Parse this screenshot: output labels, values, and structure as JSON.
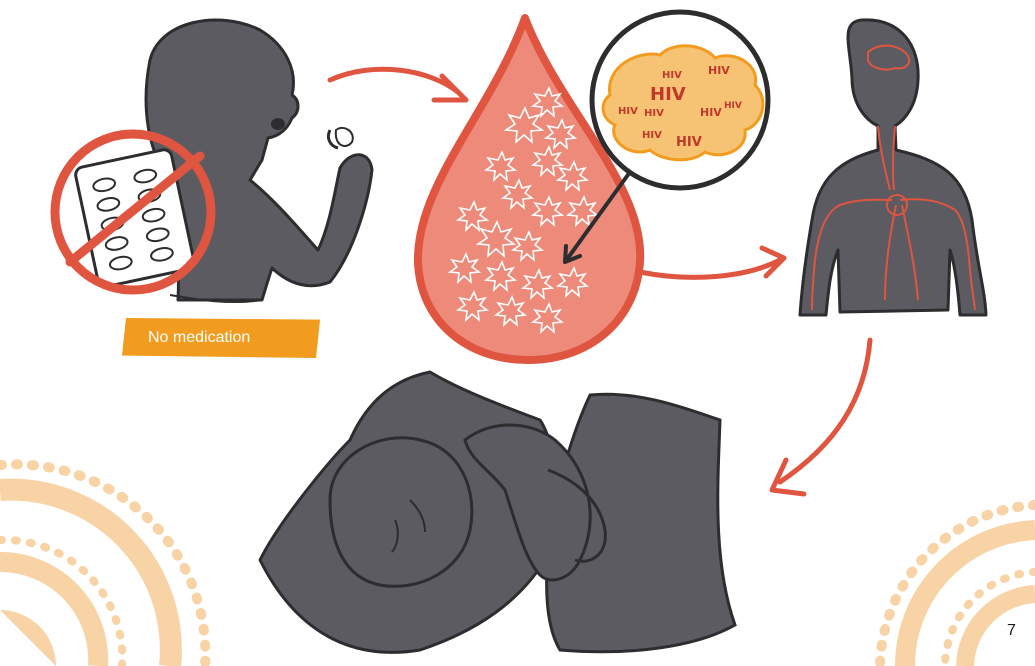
{
  "caption": {
    "label": "No medication"
  },
  "virus_label": "HIV",
  "page_number": "7",
  "colors": {
    "silhouette": "#5b5b61",
    "outline": "#2d2d30",
    "accent_red": "#e05540",
    "blood_fill": "#ed8a7a",
    "virus_orange": "#f6c273",
    "tag_orange": "#f29c1f",
    "decor_peach": "#f8d3a5"
  },
  "icons": {
    "pill-pack": "medication blister pack",
    "prohibited": "no-entry slash circle",
    "virus": "star burst"
  }
}
